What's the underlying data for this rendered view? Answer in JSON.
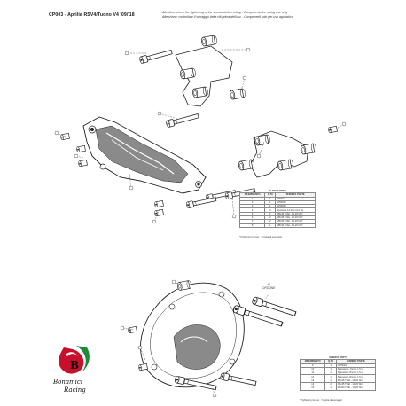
{
  "header": {
    "code_title": "CP003 - Aprilia RSV4/Tuono V4 '09/'18",
    "note_en": "Attention: check the tightening of the screws before using - Components for racing use only",
    "note_it": "Attenzione: controllare il serraggio delle viti prima dell'uso - Componenti solo per uso agonistico"
  },
  "parts_upper": {
    "caption": "ELENCO PARTI",
    "headers": [
      "RIFERIMENTO",
      "Q.TA",
      "NUMERO PARTE"
    ],
    "rows": [
      [
        "1",
        "1",
        "CP003"
      ],
      [
        "2",
        "1",
        "CP003/2"
      ],
      [
        "3",
        "1",
        "CP003/3"
      ],
      [
        "4",
        "3",
        "Spessore 14.2mm (L2 x4)"
      ],
      [
        "5",
        "1",
        "M6x40 TCEI - 10-20 Nm*"
      ],
      [
        "6",
        "2",
        "M6x35 TCEI - 10-20 Nm*"
      ],
      [
        "7",
        "2",
        "M6x20 TCEI - 10-20 Nm*"
      ],
      [
        "8",
        "1",
        "M8x30 TCEI - 10-20 Nm*"
      ]
    ],
    "torque_note": "*Tightening torque - *coppia di serraggio"
  },
  "parts_lower": {
    "caption": "ELENCO PARTI",
    "headers": [
      "RIFERIMENTO",
      "Q.TA",
      "NUMERO PARTE"
    ],
    "rows": [
      [
        "9",
        "1",
        "CP003/4"
      ],
      [
        "10",
        "1",
        "Spessore L.7mm x L.5 x4"
      ],
      [
        "11",
        "1",
        "Spessore L.8mm x L.5 x4"
      ],
      [
        "12",
        "1",
        "Spessore L.8mm x L.5 x4"
      ],
      [
        "13",
        "1",
        "M6x35 TCEI - 10-20 Nm*"
      ],
      [
        "14",
        "2",
        "M6x45 TCEI - 10-20 Nm*"
      ],
      [
        "15",
        "1",
        "M6x50 TCEI - 10-20 Nm*"
      ]
    ],
    "torque_note": "*Tightening torque - *coppia di serraggio"
  },
  "callout_tag": {
    "line1": "IN",
    "line2": "OPZIONE"
  },
  "brand": {
    "logo_glyph": "B",
    "line1": "Bonamici",
    "line2": "Racing"
  },
  "colors": {
    "line": "#222222",
    "fill": "#ffffff",
    "shade": "#8a8a8a",
    "logo_green": "#1d8a3a",
    "logo_red": "#c8102e"
  }
}
